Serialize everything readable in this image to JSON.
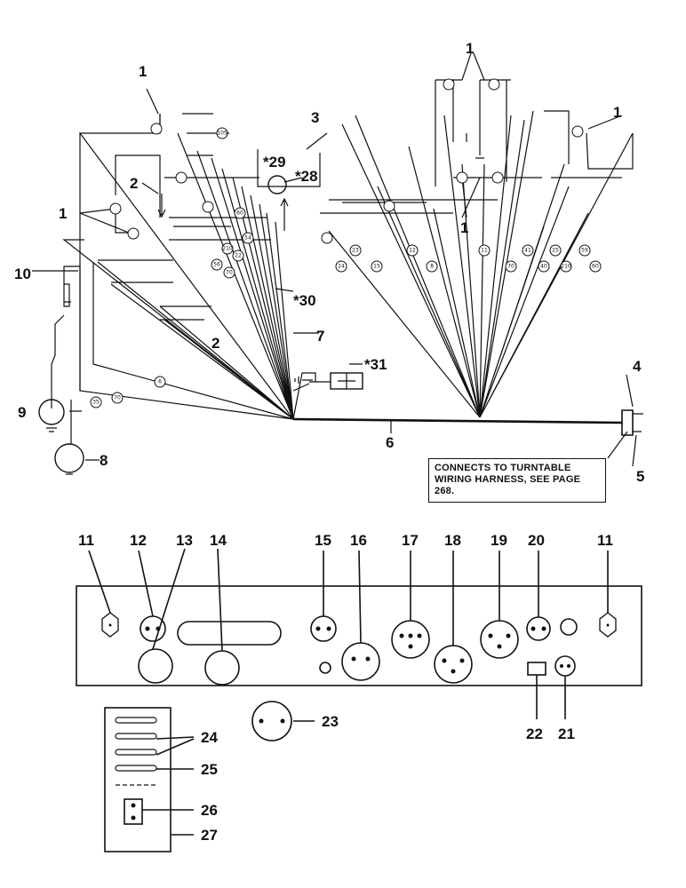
{
  "note": {
    "line1": "CONNECTS TO TURNTABLE",
    "line2": "WIRING HARNESS, SEE PAGE",
    "line3": "268."
  },
  "callouts": {
    "c1_top_left": "1",
    "c1_top_mid": "1",
    "c1_right": "1",
    "c1_mid": "1",
    "c1_left": "1",
    "c2_upper": "2",
    "c2_lower": "2",
    "c3": "3",
    "c4": "4",
    "c5": "5",
    "c6": "6",
    "c7": "7",
    "c8": "8",
    "c9": "9",
    "c10": "10",
    "c28": "*28",
    "c29": "*29",
    "c30": "*30",
    "c31": "*31",
    "c11_left": "11",
    "c11_right": "11",
    "c12": "12",
    "c13": "13",
    "c14": "14",
    "c15": "15",
    "c16": "16",
    "c17": "17",
    "c18": "18",
    "c19": "19",
    "c20": "20",
    "c21": "21",
    "c22": "22",
    "c23": "23",
    "c24": "24",
    "c25": "25",
    "c26": "26",
    "c27": "27"
  },
  "wire_numbers": {
    "w60": "60",
    "w54": "54",
    "w105": "105",
    "w210a": "210",
    "w22": "22",
    "w56": "56",
    "w70a": "70",
    "w24": "24",
    "w23": "23",
    "w15": "15",
    "w12": "12",
    "w8": "8",
    "w11": "11",
    "w70b": "70",
    "w41": "41",
    "w40": "40",
    "w25": "25",
    "w210b": "210",
    "w59": "59",
    "w60b": "60",
    "w70c": "70",
    "w35": "35",
    "w6": "6"
  }
}
